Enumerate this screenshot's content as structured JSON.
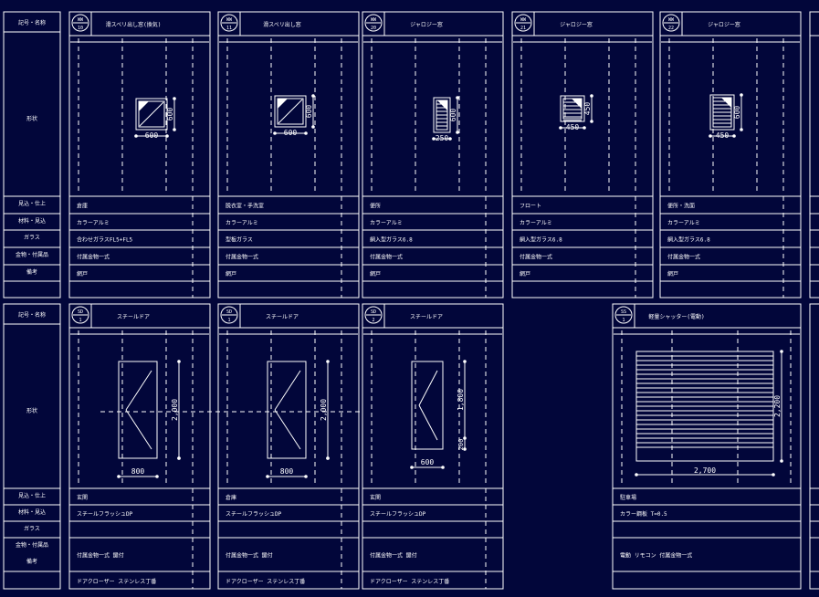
{
  "side_labels": [
    "記号・名称",
    "形状",
    "見込・仕上",
    "材料・見込",
    "ガラス",
    "金物・付属品",
    "備考"
  ],
  "top_panels": [
    {
      "id": "p1",
      "code": [
        "WW",
        "10"
      ],
      "title": "滑スベリ出し窓(換気)",
      "rows": [
        "倉庫",
        "カラーアルミ",
        "合わせガラスFL5+FL5",
        "付属金物一式",
        "網戸"
      ],
      "w": "600",
      "h": "600"
    },
    {
      "id": "p2",
      "code": [
        "WW",
        "11"
      ],
      "title": "滑スベリ出し窓",
      "rows": [
        "脱衣室・手洗室",
        "カラーアルミ",
        "型板ガラス",
        "付属金物一式",
        "網戸"
      ],
      "w": "600",
      "h": "600"
    },
    {
      "id": "p3",
      "code": [
        "WW",
        "20"
      ],
      "title": "ジャロジー窓",
      "rows": [
        "便所",
        "カラーアルミ",
        "網入型ガラス6.8",
        "付属金物一式",
        "網戸"
      ],
      "w": "250",
      "h": "600"
    },
    {
      "id": "p4",
      "code": [
        "WW",
        "21"
      ],
      "title": "ジャロジー窓",
      "rows": [
        "フロート",
        "カラーアルミ",
        "網入型ガラス6.8",
        "付属金物一式",
        "網戸"
      ],
      "w": "450",
      "h": "450"
    },
    {
      "id": "p5",
      "code": [
        "WW",
        "22"
      ],
      "title": "ジャロジー窓",
      "rows": [
        "便所・洗面",
        "カラーアルミ",
        "網入型ガラス6.8",
        "付属金物一式",
        "網戸"
      ],
      "w": "450",
      "h": "600"
    }
  ],
  "bottom_panels": [
    {
      "id": "q1",
      "code": [
        "SD",
        "1"
      ],
      "title": "スチールドア",
      "rows": [
        "玄関",
        "スチールフラッシュDP",
        "",
        "付属金物一式  鍵付",
        "ドアクローザー  ステンレス丁番"
      ],
      "w": "800",
      "h": "2,000"
    },
    {
      "id": "q2",
      "code": [
        "SD",
        "1"
      ],
      "title": "スチールドア",
      "rows": [
        "倉庫",
        "スチールフラッシュDP",
        "",
        "付属金物一式  鍵付",
        "ドアクローザー  ステンレス丁番"
      ],
      "w": "800",
      "h": "2,000"
    },
    {
      "id": "q3",
      "code": [
        "SD",
        "2"
      ],
      "title": "スチールドア",
      "rows": [
        "玄関",
        "スチールフラッシュDP",
        "",
        "付属金物一式  鍵付",
        "ドアクローザー  ステンレス丁番"
      ],
      "w": "600",
      "h": "1,800",
      "h2": "200"
    },
    {
      "id": "q4",
      "code": [
        "SS",
        "1"
      ],
      "title": "軽量シャッター(電動)",
      "rows": [
        "駐車場",
        "カラー鋼板 T=0.5",
        "",
        "電動  リモコン  付属金物一式",
        ""
      ],
      "w": "2,700",
      "h": "2,200"
    }
  ]
}
